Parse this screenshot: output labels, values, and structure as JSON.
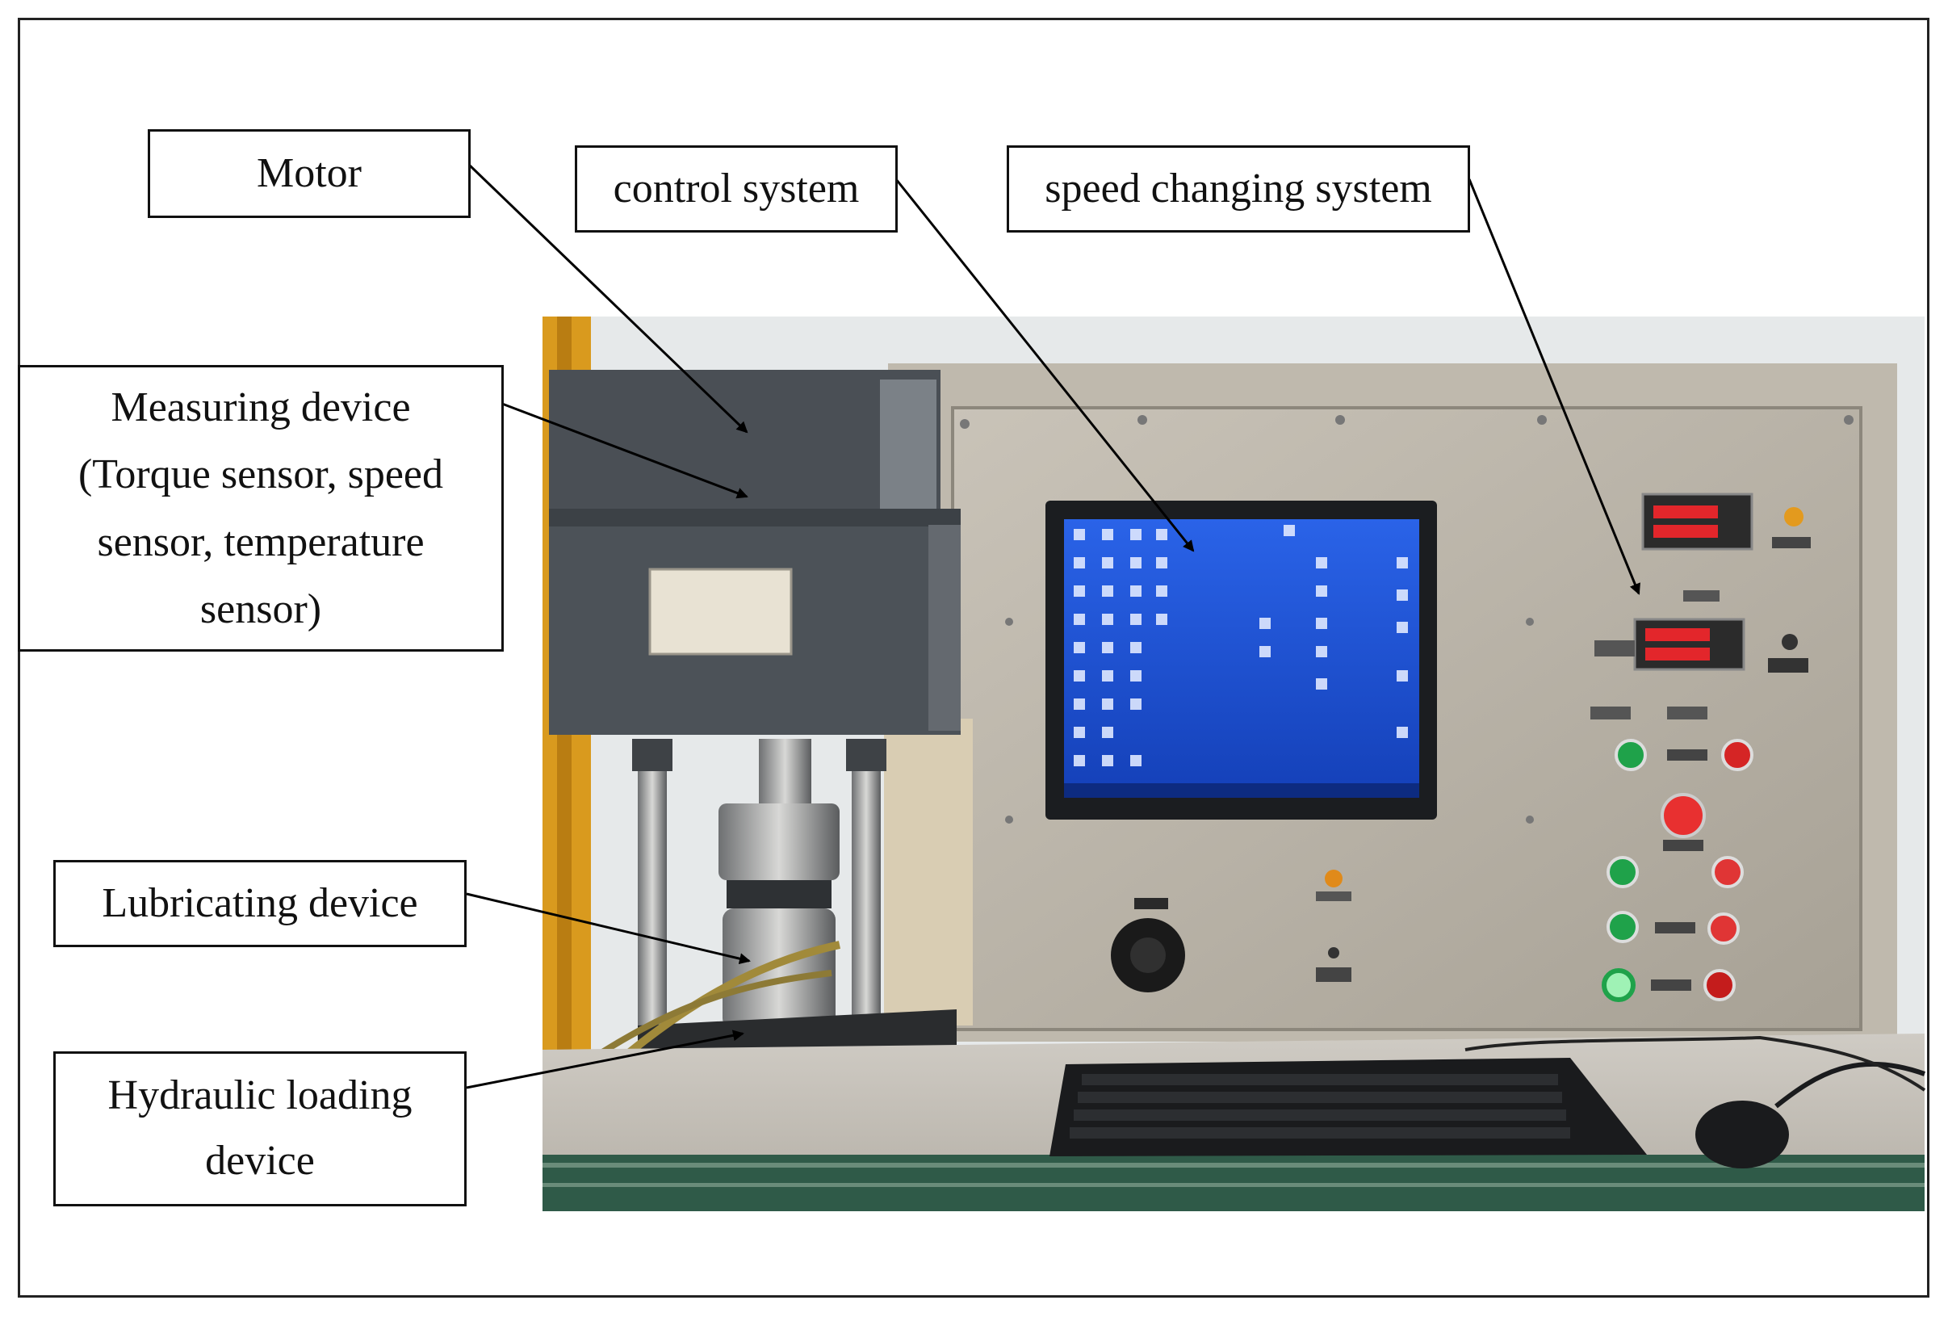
{
  "figure": {
    "labels": {
      "motor": [
        "Motor"
      ],
      "control_system": [
        "control system"
      ],
      "speed_changing_system": [
        "speed changing system"
      ],
      "measuring_device": [
        "Measuring device",
        "(Torque sensor, speed",
        "sensor, temperature",
        "sensor)"
      ],
      "lubricating_device": [
        "Lubricating device"
      ],
      "hydraulic_loading_device": [
        "Hydraulic loading",
        "device"
      ]
    }
  },
  "colors": {
    "panel": "#b7b1a6",
    "screen": "#1e4fd6",
    "motor_housing": "#4a4f55",
    "frame_yellow": "#d99a1e",
    "table_green": "#2f5a48",
    "led_red": "#e3262b",
    "button_green": "#1fa24a",
    "button_red": "#d52525"
  }
}
